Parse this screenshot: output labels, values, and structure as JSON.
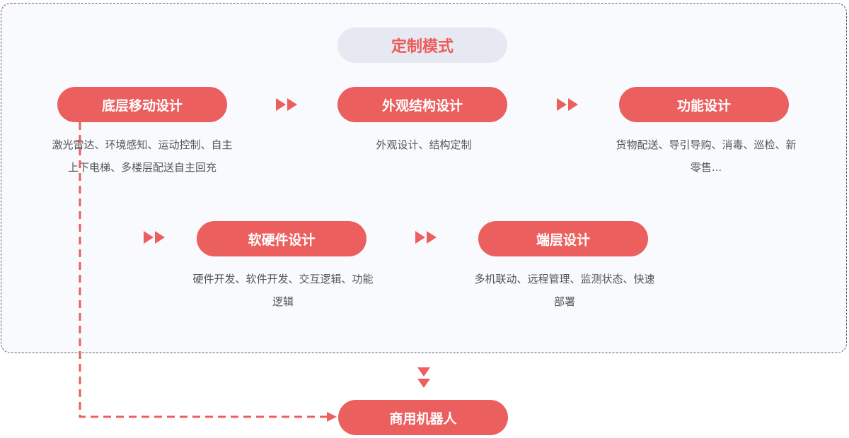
{
  "mode": {
    "title": "定制模式"
  },
  "steps": [
    {
      "title": "底层移动设计",
      "desc": [
        "激光雷达、环境感知、运动控制、自主",
        "上下电梯、多楼层配送自主回充"
      ]
    },
    {
      "title": "外观结构设计",
      "desc": [
        "外观设计、结构定制"
      ]
    },
    {
      "title": "功能设计",
      "desc": [
        "货物配送、导引导购、消毒、巡检、新",
        "零售..."
      ]
    },
    {
      "title": "软硬件设计",
      "desc": [
        "硬件开发、软件开发、交互逻辑、功能",
        "逻辑"
      ]
    },
    {
      "title": "端层设计",
      "desc": [
        "多机联动、远程管理、监测状态、快速",
        "部署"
      ]
    }
  ],
  "result": {
    "title": "商用机器人"
  },
  "colors": {
    "accent": "#ec5f5f",
    "mode_bg": "#e6e9f2",
    "text": "#555555"
  },
  "icons": {
    "arrow": "double-chevron-right-icon",
    "down": "double-chevron-down-icon"
  }
}
